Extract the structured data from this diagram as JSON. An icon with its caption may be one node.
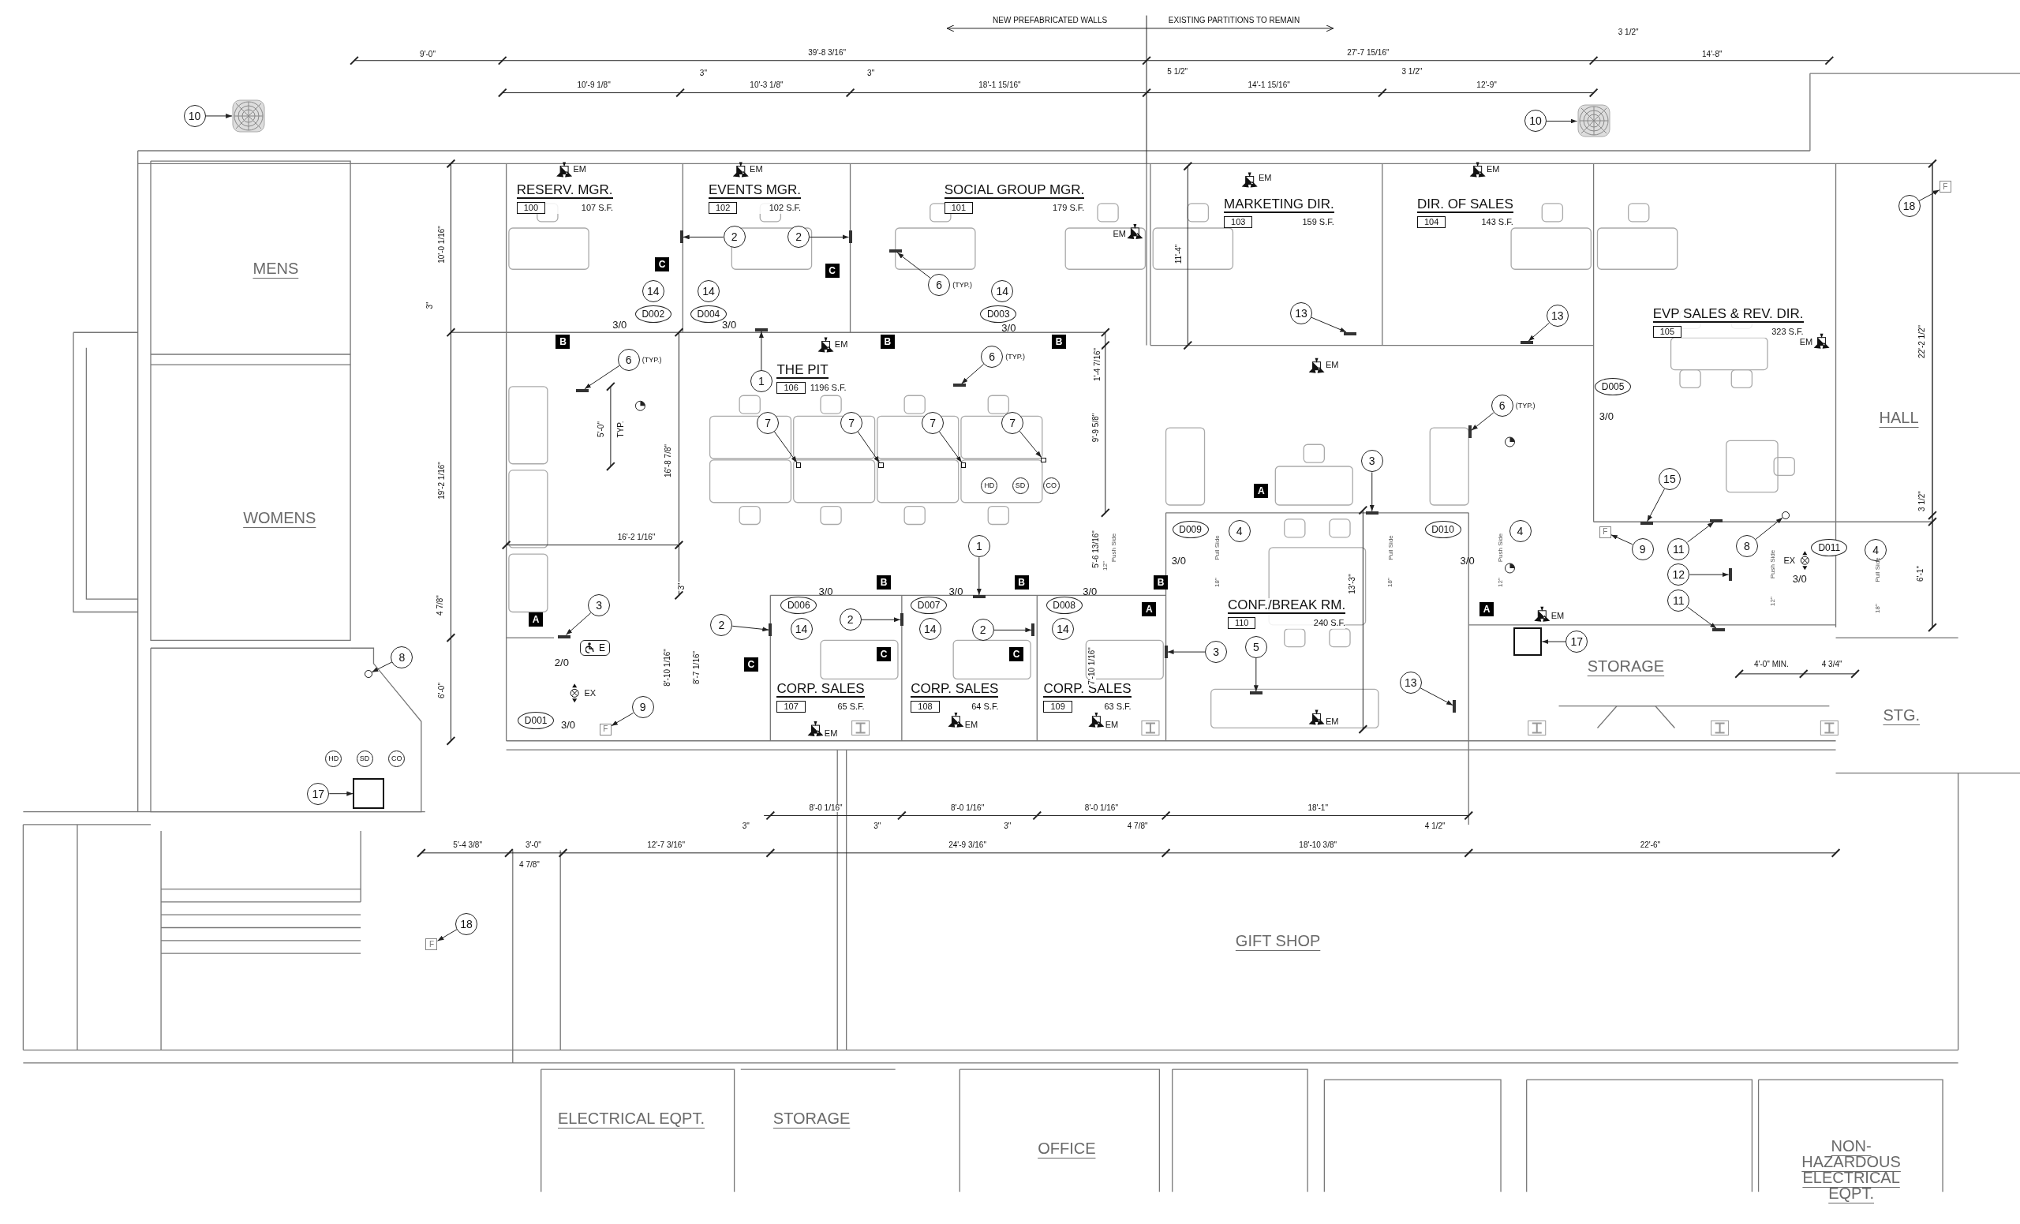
{
  "diagram": {
    "nodes": [
      {
        "text": [
          "RESERV. MGR.",
          "100",
          "107 S.F."
        ]
      },
      {
        "text": [
          "EVENTS MGR.",
          "102",
          "102 S.F."
        ]
      },
      {
        "text": [
          "SOCIAL GROUP MGR.",
          "101",
          "179 S.F."
        ]
      },
      {
        "text": [
          "MARKETING DIR.",
          "103",
          "159 S.F."
        ]
      },
      {
        "text": [
          "DIR. OF SALES",
          "104",
          "143 S.F."
        ]
      },
      {
        "text": [
          "MENS"
        ]
      },
      {
        "text": [
          "EVP SALES & REV. DIR.",
          "105",
          "323 S.F."
        ]
      },
      {
        "text": [
          "THE PIT",
          "106",
          "1196 S.F."
        ]
      },
      {
        "text": [
          "HALL"
        ]
      },
      {
        "text": [
          "WOMENS"
        ]
      },
      {
        "text": [
          "CONF./BREAK RM.",
          "110",
          "240 S.F."
        ]
      },
      {
        "text": [
          "STORAGE"
        ]
      },
      {
        "text": [
          "CORP. SALES",
          "107",
          "65 S.F."
        ]
      },
      {
        "text": [
          "CORP. SALES",
          "108",
          "64 S.F."
        ]
      },
      {
        "text": [
          "CORP. SALES",
          "109",
          "63 S.F."
        ]
      },
      {
        "text": [
          "STG."
        ]
      },
      {
        "text": [
          "GIFT SHOP"
        ]
      },
      {
        "text": [
          "ELECTRICAL EQPT."
        ]
      },
      {
        "text": [
          "STORAGE"
        ]
      },
      {
        "text": [
          "OFFICE"
        ]
      },
      {
        "text": [
          "NON-HAZARDOUS ELECTRICAL EQPT."
        ]
      },
      {
        "text": [
          "10"
        ]
      },
      {
        "text": [
          "10"
        ]
      },
      {
        "text": [
          "18"
        ]
      },
      {
        "text": [
          "2"
        ]
      },
      {
        "text": [
          "2"
        ]
      },
      {
        "text": [
          "6"
        ],
        "beside": [
          "(TYP.)"
        ]
      },
      {
        "text": [
          "14"
        ]
      },
      {
        "text": [
          "14"
        ]
      },
      {
        "text": [
          "14"
        ]
      },
      {
        "text": [
          "13"
        ]
      },
      {
        "text": [
          "13"
        ]
      },
      {
        "text": [
          "1"
        ]
      },
      {
        "text": [
          "6"
        ],
        "beside": [
          "(TYP.)"
        ]
      },
      {
        "text": [
          "6"
        ],
        "beside": [
          "(TYP.)"
        ]
      },
      {
        "text": [
          "6"
        ],
        "beside": [
          "(TYP.)"
        ]
      },
      {
        "text": [
          "7"
        ]
      },
      {
        "text": [
          "7"
        ]
      },
      {
        "text": [
          "7"
        ]
      },
      {
        "text": [
          "7"
        ]
      },
      {
        "text": [
          "3"
        ]
      },
      {
        "text": [
          "15"
        ]
      },
      {
        "text": [
          "4"
        ]
      },
      {
        "text": [
          "4"
        ]
      },
      {
        "text": [
          "11"
        ]
      },
      {
        "text": [
          "8"
        ]
      },
      {
        "text": [
          "9"
        ]
      },
      {
        "text": [
          "4"
        ]
      },
      {
        "text": [
          "1"
        ]
      },
      {
        "text": [
          "12"
        ]
      },
      {
        "text": [
          "11"
        ]
      },
      {
        "text": [
          "3"
        ]
      },
      {
        "text": [
          "2"
        ]
      },
      {
        "text": [
          "14"
        ]
      },
      {
        "text": [
          "2"
        ]
      },
      {
        "text": [
          "14"
        ]
      },
      {
        "text": [
          "2"
        ]
      },
      {
        "text": [
          "14"
        ]
      },
      {
        "text": [
          "17"
        ]
      },
      {
        "text": [
          "3"
        ]
      },
      {
        "text": [
          "8"
        ]
      },
      {
        "text": [
          "5"
        ]
      },
      {
        "text": [
          "13"
        ]
      },
      {
        "text": [
          "9"
        ]
      },
      {
        "text": [
          "17"
        ]
      },
      {
        "text": [
          "18"
        ]
      },
      {
        "text": [
          "F"
        ]
      },
      {
        "text": [
          "F"
        ]
      },
      {
        "text": [
          "F"
        ]
      },
      {
        "text": [
          "F"
        ]
      },
      {
        "text": [],
        "shape": "box"
      },
      {
        "text": [],
        "shape": "box"
      },
      {
        "text": [],
        "shape": "picture"
      },
      {
        "text": [],
        "shape": "picture"
      },
      {
        "text": [
          "D002"
        ]
      },
      {
        "text": [
          "D004"
        ]
      },
      {
        "text": [
          "D003"
        ]
      },
      {
        "text": [
          "D005"
        ]
      },
      {
        "text": [
          "D009"
        ]
      },
      {
        "text": [
          "D010"
        ]
      },
      {
        "text": [
          "D011"
        ]
      },
      {
        "text": [
          "D006"
        ]
      },
      {
        "text": [
          "D007"
        ]
      },
      {
        "text": [
          "D008"
        ]
      },
      {
        "text": [
          "D001"
        ]
      },
      {
        "text": [
          "C"
        ]
      },
      {
        "text": [
          "C"
        ]
      },
      {
        "text": [
          "C"
        ]
      },
      {
        "text": [
          "C"
        ]
      },
      {
        "text": [
          "C"
        ]
      },
      {
        "text": [
          "B"
        ]
      },
      {
        "text": [
          "B"
        ]
      },
      {
        "text": [
          "B"
        ]
      },
      {
        "text": [
          "B"
        ]
      },
      {
        "text": [
          "B"
        ]
      },
      {
        "text": [
          "B"
        ]
      },
      {
        "text": [
          "A"
        ]
      },
      {
        "text": [
          "A"
        ]
      },
      {
        "text": [
          "A"
        ]
      },
      {
        "text": [
          "A"
        ]
      },
      {
        "text": [
          "HD"
        ]
      },
      {
        "text": [
          "SD"
        ]
      },
      {
        "text": [
          "CO"
        ]
      },
      {
        "text": [
          "HD"
        ]
      },
      {
        "text": [
          "SD"
        ]
      },
      {
        "text": [
          "CO"
        ]
      },
      {
        "text": [
          "E"
        ]
      },
      {
        "text": [],
        "shape": "circle"
      },
      {
        "text": [],
        "shape": "bar"
      },
      {
        "text": [],
        "shape": "bar"
      },
      {
        "text": [],
        "shape": "bar"
      },
      {
        "text": [],
        "shape": "bar"
      },
      {
        "text": [],
        "shape": "bar"
      },
      {
        "text": [],
        "shape": "box"
      },
      {
        "text": [],
        "shape": "bar"
      },
      {
        "text": [],
        "shape": "box"
      },
      {
        "text": [],
        "shape": "bar"
      },
      {
        "text": [],
        "shape": "bar"
      },
      {
        "text": [],
        "shape": "bar"
      },
      {
        "text": [],
        "shape": "box"
      },
      {
        "text": [],
        "shape": "bar"
      },
      {
        "text": [],
        "shape": "bar"
      },
      {
        "text": [],
        "shape": "box"
      },
      {
        "text": [],
        "shape": "bar"
      },
      {
        "text": [],
        "shape": "bar"
      },
      {
        "text": [],
        "shape": "bar"
      },
      {
        "text": [],
        "shape": "bar"
      },
      {
        "text": [],
        "shape": "bar"
      },
      {
        "text": [],
        "shape": "bar"
      },
      {
        "text": [],
        "shape": "bar"
      },
      {
        "text": [],
        "shape": "bar"
      },
      {
        "text": [],
        "shape": "bar"
      },
      {
        "text": [],
        "shape": "bar"
      },
      {
        "text": [],
        "shape": "bar"
      },
      {
        "text": [],
        "shape": "circle"
      }
    ],
    "edges": [
      {
        "from": 21,
        "to": 72,
        "arrow": "to"
      },
      {
        "from": 22,
        "to": 73,
        "arrow": "to"
      },
      {
        "from": 23,
        "to": 66,
        "arrow": "to"
      },
      {
        "from": 24,
        "to": 110,
        "arrow": "to"
      },
      {
        "from": 25,
        "to": 114,
        "arrow": "to"
      },
      {
        "from": 26,
        "to": 116,
        "arrow": "to"
      },
      {
        "from": 30,
        "to": 125,
        "arrow": "to"
      },
      {
        "from": 31,
        "to": 129,
        "arrow": "to"
      },
      {
        "from": 32,
        "to": 111,
        "arrow": "to"
      },
      {
        "from": 33,
        "to": 109,
        "arrow": "to"
      },
      {
        "from": 34,
        "to": 118,
        "arrow": "to"
      },
      {
        "from": 35,
        "to": 128,
        "arrow": "to"
      },
      {
        "from": 36,
        "to": 113,
        "arrow": "to"
      },
      {
        "from": 37,
        "to": 115,
        "arrow": "to"
      },
      {
        "from": 38,
        "to": 119,
        "arrow": "to"
      },
      {
        "from": 39,
        "to": 122,
        "arrow": "to"
      },
      {
        "from": 40,
        "to": 126,
        "arrow": "to"
      },
      {
        "from": 41,
        "to": 130,
        "arrow": "to"
      },
      {
        "from": 44,
        "to": 131,
        "arrow": "to"
      },
      {
        "from": 45,
        "to": 134,
        "arrow": "to"
      },
      {
        "from": 46,
        "to": 67,
        "arrow": "to"
      },
      {
        "from": 48,
        "to": 120,
        "arrow": "to"
      },
      {
        "from": 49,
        "to": 133,
        "arrow": "to"
      },
      {
        "from": 50,
        "to": 132,
        "arrow": "to"
      },
      {
        "from": 51,
        "to": 108,
        "arrow": "to"
      },
      {
        "from": 52,
        "to": 112,
        "arrow": "to"
      },
      {
        "from": 54,
        "to": 117,
        "arrow": "to"
      },
      {
        "from": 56,
        "to": 121,
        "arrow": "to"
      },
      {
        "from": 58,
        "to": 70,
        "arrow": "to"
      },
      {
        "from": 59,
        "to": 123,
        "arrow": "to"
      },
      {
        "from": 60,
        "to": 107,
        "arrow": "to"
      },
      {
        "from": 61,
        "to": 124,
        "arrow": "to"
      },
      {
        "from": 62,
        "to": 127,
        "arrow": "to"
      },
      {
        "from": 63,
        "to": 68,
        "arrow": "to"
      },
      {
        "from": 64,
        "to": 71,
        "arrow": "to"
      },
      {
        "from": 65,
        "to": 69,
        "arrow": "to"
      }
    ],
    "labels": [
      "NEW PREFABRICATED WALLS",
      "EXISTING PARTITIONS TO REMAIN",
      "9'-0\"",
      "39'-8 3/16\"",
      "3 1/2\"",
      "27'-7 15/16\"",
      "14'-8\"",
      "3\"",
      "3\"",
      "5 1/2\"",
      "3 1/2\"",
      "10'-9 1/8\"",
      "10'-3 1/8\"",
      "18'-1 15/16\"",
      "14'-1 15/16\"",
      "12'-9\"",
      "10'-0 1/16\"",
      "3\"",
      "11'-4\"",
      "1'-4 7/16\"",
      "22'-2 1/2\"",
      "19'-2 1/16\"",
      "5'-0\"",
      "TYP.",
      "16'-8 7/8\"",
      "9'-9 5/8\"",
      "16'-2 1/16\"",
      "3\"",
      "4 7/8\"",
      "6'-0\"",
      "8'-10 1/16\"",
      "8'-7 1/16\"",
      "5'-6 13/16\"",
      "7'-10 1/16\"",
      "13'-3\"",
      "3 1/2\"",
      "6'-1\"",
      "4'-0\" MIN.",
      "4 3/4\"",
      "3/0",
      "3/0",
      "3/0",
      "3/0",
      "3/0",
      "3/0",
      "3/0",
      "3/0",
      "3/0",
      "3/0",
      "2/0",
      "3/0",
      "12\"",
      "Push Side",
      "Pull Side",
      "18\"",
      "18\"",
      "Pull Side",
      "Push Side",
      "12\"",
      "Push Side",
      "12\"",
      "Pull Side",
      "18\"",
      "3\"",
      "8'-0 1/16\"",
      "3\"",
      "8'-0 1/16\"",
      "3\"",
      "8'-0 1/16\"",
      "4 7/8\"",
      "18'-1\"",
      "4 1/2\"",
      "5'-4 3/8\"",
      "3'-0\"",
      "12'-7 3/16\"",
      "24'-9 3/16\"",
      "18'-10 3/8\"",
      "22'-6\"",
      "4 7/8\"",
      "EM",
      "EM",
      "EM",
      "EM",
      "EM",
      "EM",
      "EM",
      "EM",
      "EM",
      "EM",
      "EM",
      "EM",
      "EM",
      "EX",
      "EX"
    ]
  }
}
